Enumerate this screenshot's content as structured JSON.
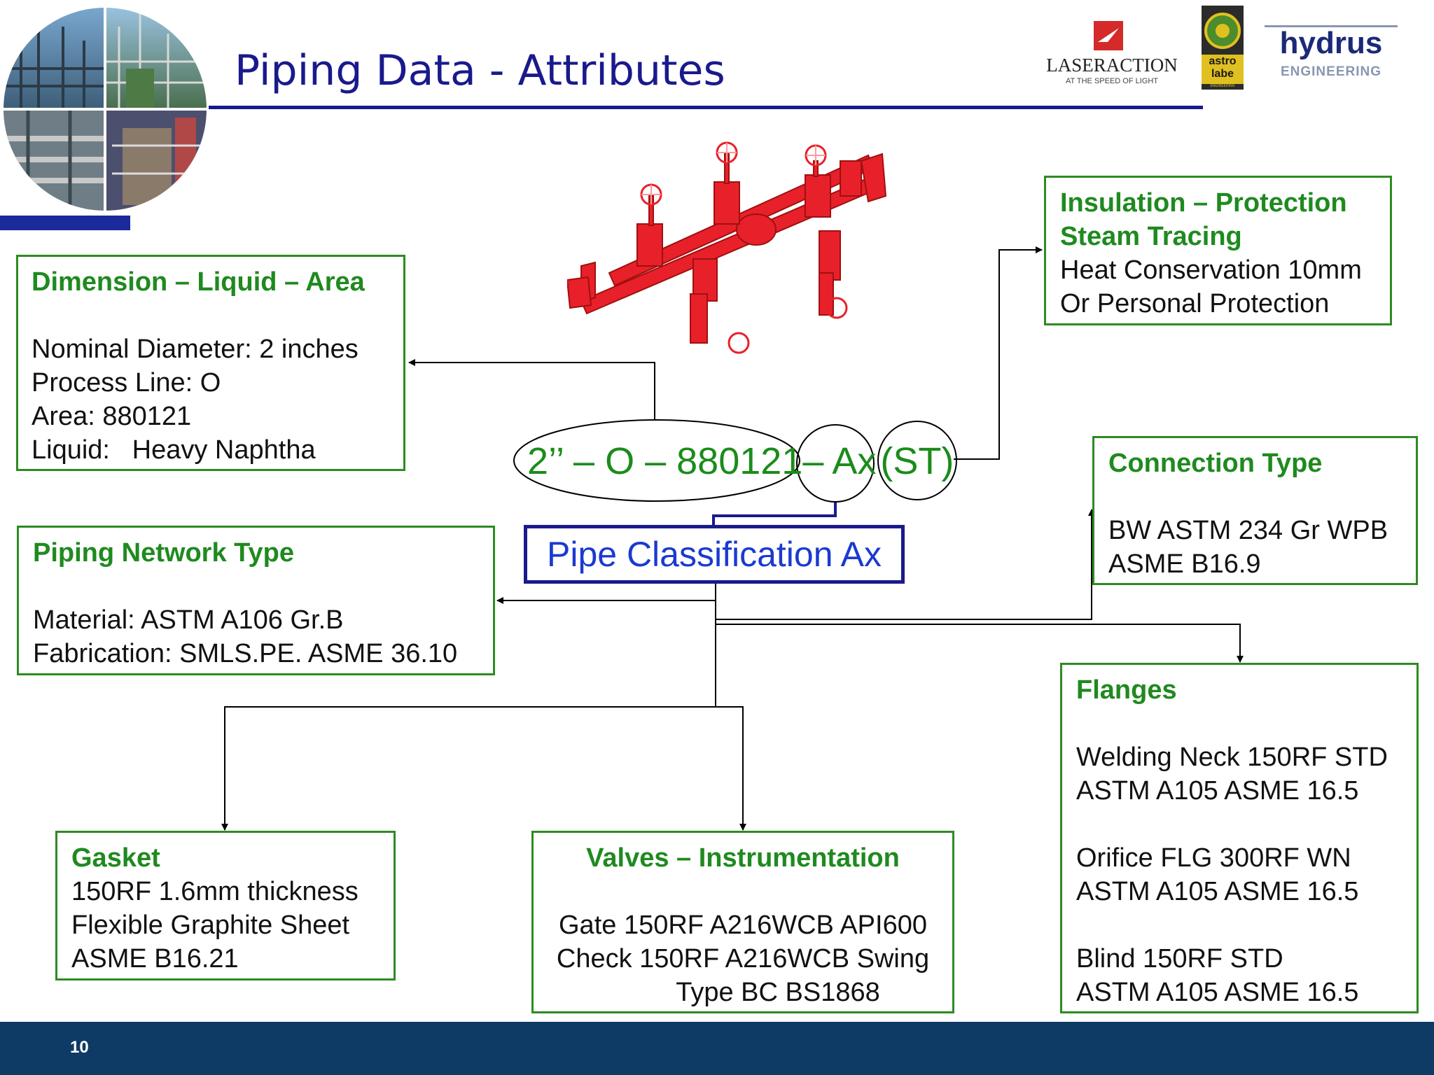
{
  "title": "Piping Data - Attributes",
  "page_number": "10",
  "logos": {
    "laser_action": {
      "text": "LASERACTION",
      "tagline": "AT THE SPEED OF LIGHT"
    },
    "astrolabe": {
      "line1": "astro",
      "line2": "labe",
      "line3": "ENGINEERING"
    },
    "hydrus": {
      "name": "hydrus",
      "sub": "ENGINEERING"
    }
  },
  "code": {
    "part1": "2’’ – O – 880121",
    "part2": "– Ax",
    "part3": "(ST)"
  },
  "classification": "Pipe Classification Ax",
  "boxes": {
    "dimension": {
      "heading": "Dimension – Liquid – Area",
      "lines": [
        "Nominal Diameter: 2 inches",
        "Process Line: O",
        "Area: 880121",
        "Liquid:   Heavy Naphtha"
      ]
    },
    "network": {
      "heading": "Piping Network Type",
      "lines": [
        "Material: ASTM A106 Gr.B",
        "Fabrication: SMLS.PE. ASME 36.10"
      ]
    },
    "insulation": {
      "heading1": "Insulation – Protection",
      "heading2": "Steam Tracing",
      "lines": [
        "Heat Conservation 10mm",
        "Or Personal Protection"
      ]
    },
    "connection": {
      "heading": "Connection Type",
      "lines": [
        "BW ASTM 234 Gr WPB",
        "ASME B16.9"
      ]
    },
    "flanges": {
      "heading": "Flanges",
      "lines": [
        "Welding Neck 150RF STD",
        "ASTM A105 ASME 16.5",
        "Orifice FLG 300RF WN",
        "ASTM A105 ASME 16.5",
        "Blind 150RF STD",
        "ASTM A105 ASME 16.5"
      ]
    },
    "gasket": {
      "heading": "Gasket",
      "lines": [
        "150RF 1.6mm thickness",
        "Flexible Graphite Sheet",
        "ASME B16.21"
      ]
    },
    "valves": {
      "heading": "Valves – Instrumentation",
      "lines": [
        "Gate 150RF A216WCB API600",
        "Check 150RF A216WCB Swing",
        "Type BC BS1868"
      ]
    }
  },
  "colors": {
    "title": "#1a1a8c",
    "heading_green": "#1f8a1f",
    "box_border": "#2e8b22",
    "pipe_red": "#e8202a",
    "footer": "#0e3a66"
  }
}
